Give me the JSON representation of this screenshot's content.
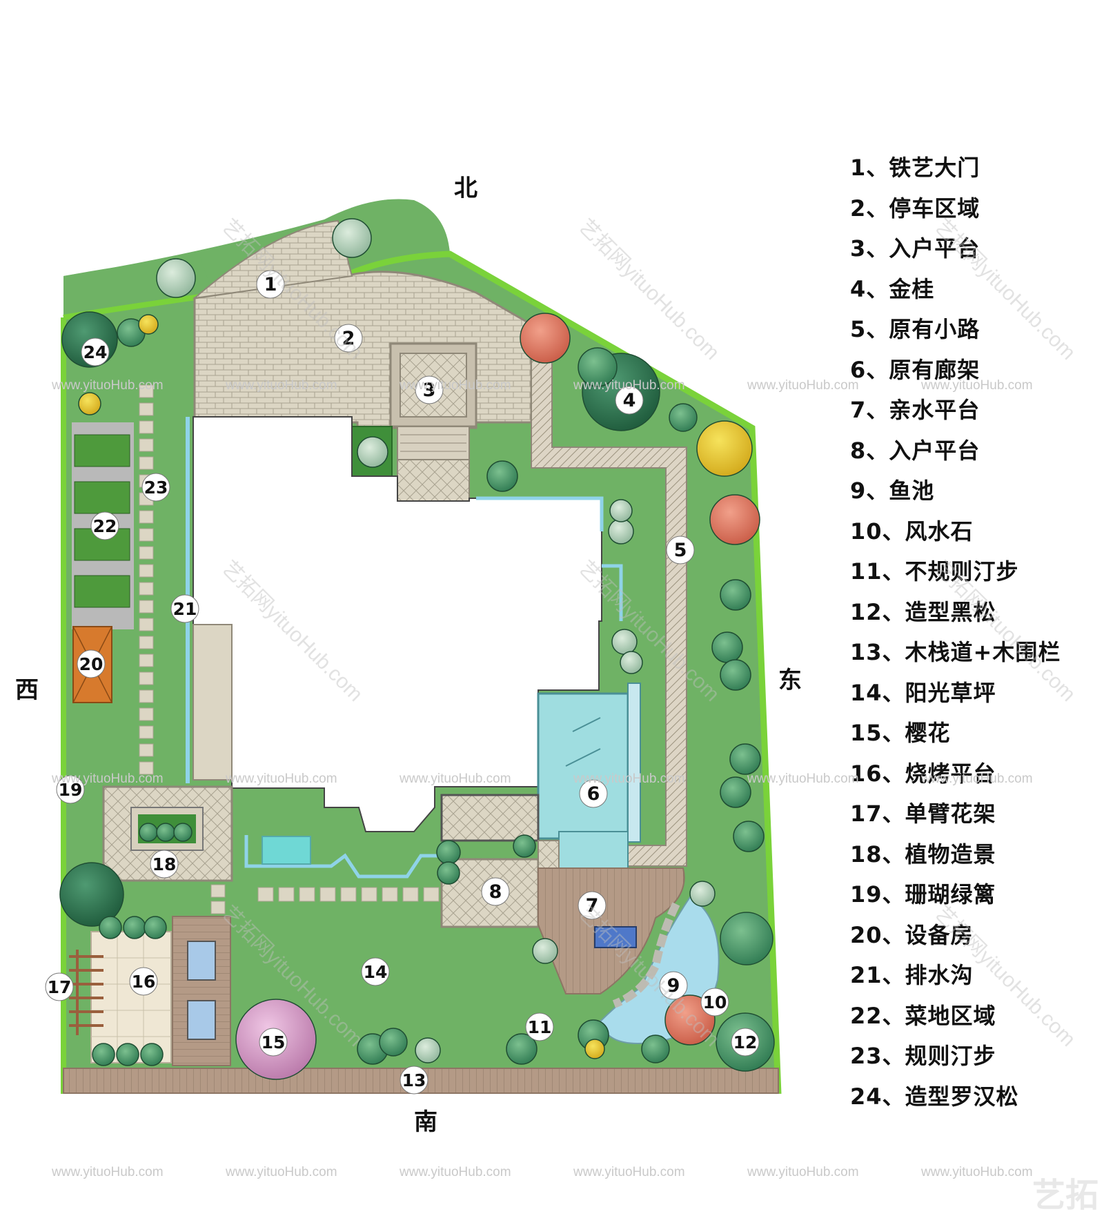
{
  "directions": {
    "north": "北",
    "south": "南",
    "east": "东",
    "west": "西"
  },
  "legend": [
    "1、铁艺大门",
    "2、停车区域",
    "3、入户平台",
    "4、金桂",
    "5、原有小路",
    "6、原有廊架",
    "7、亲水平台",
    "8、入户平台",
    "9、鱼池",
    "10、风水石",
    "11、不规则汀步",
    "12、造型黑松",
    "13、木栈道+木围栏",
    "14、阳光草坪",
    "15、樱花",
    "16、烧烤平台",
    "17、单臂花架",
    "18、植物造景",
    "19、珊瑚绿篱",
    "20、设备房",
    "21、排水沟",
    "22、菜地区域",
    "23、规则汀步",
    "24、造型罗汉松"
  ],
  "markers": [
    "1",
    "2",
    "3",
    "4",
    "5",
    "6",
    "7",
    "8",
    "9",
    "10",
    "11",
    "12",
    "13",
    "14",
    "15",
    "16",
    "17",
    "18",
    "19",
    "20",
    "21",
    "22",
    "23",
    "24"
  ],
  "watermark": "www.yituoHub.com",
  "watermark_diag": "艺拓网yituoHub.com",
  "brand": "艺拓",
  "colors": {
    "lawn": "#6fb265",
    "paving": "#dcd6c4",
    "wood": "#b49a86",
    "water": "#9fdde0",
    "hedge": "#7ad23a",
    "equipment": "#d77a2d"
  }
}
